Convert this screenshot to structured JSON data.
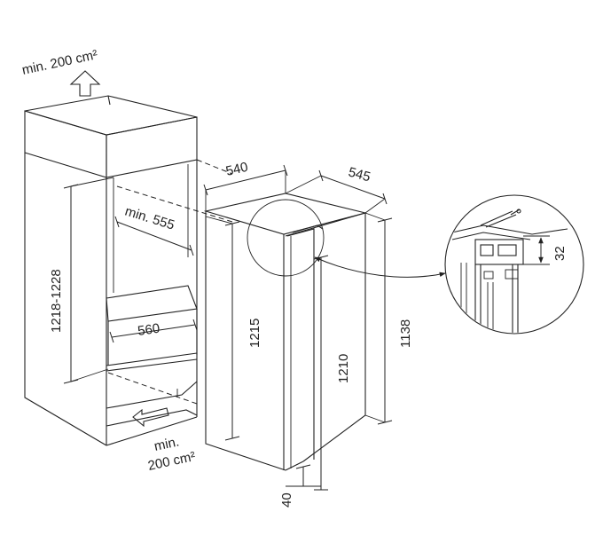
{
  "labels": {
    "vent_top": "min. 200 cm²",
    "vent_bottom_1": "min.",
    "vent_bottom_2": "200 cm²",
    "niche_height": "1218-1228",
    "niche_depth": "min. 555",
    "niche_width": "560",
    "appliance_width": "540",
    "appliance_depth": "545",
    "appliance_height_left": "1215",
    "appliance_height_inner": "1210",
    "appliance_height_right": "1138",
    "bottom_offset": "40",
    "detail_gap": "32"
  },
  "colors": {
    "line": "#222222",
    "background": "#ffffff"
  }
}
